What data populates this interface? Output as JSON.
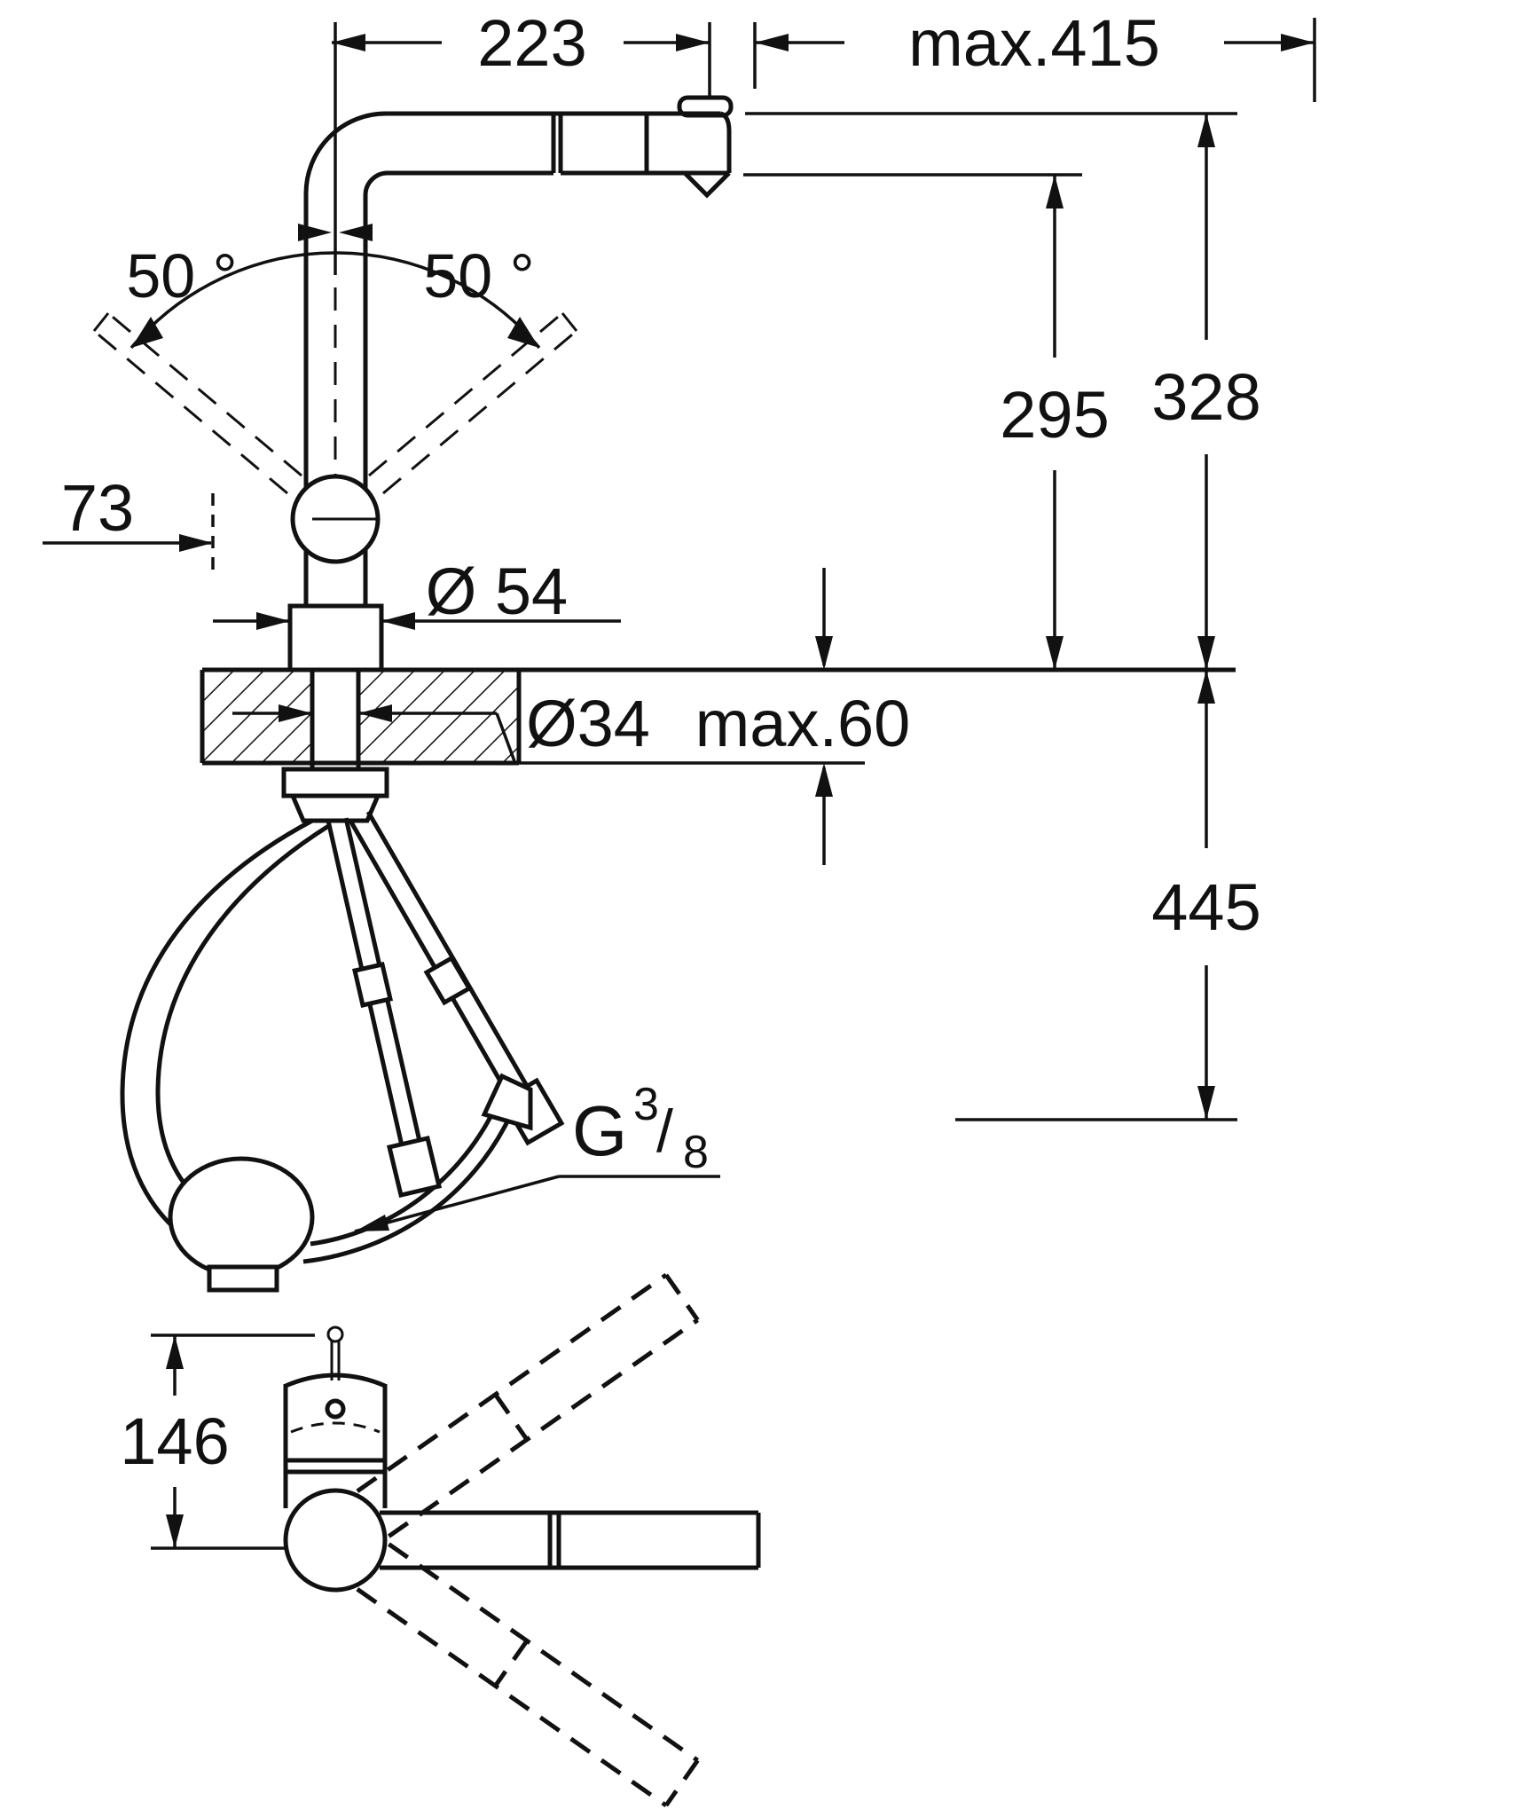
{
  "page": {
    "background": "#ffffff",
    "ink": "#111111",
    "description": "Technical dimension drawing of a single-lever kitchen faucet with pull-out spray, side view with installation hoses and bottom view with swivel range"
  },
  "dimensions": {
    "spout_reach": "223",
    "pullout_range": "max.415",
    "angle_left": "50 °",
    "angle_right": "50 °",
    "lever_offset": "73",
    "base_diameter": "Ø 54",
    "outlet_height": "295",
    "total_height": "328",
    "hole_diameter": "Ø34",
    "deck_thickness": "max.60",
    "hose_depth": "445",
    "body_height": "146",
    "thread": {
      "prefix": "G",
      "numerator": "3",
      "slash": "/",
      "denominator": "8"
    }
  }
}
